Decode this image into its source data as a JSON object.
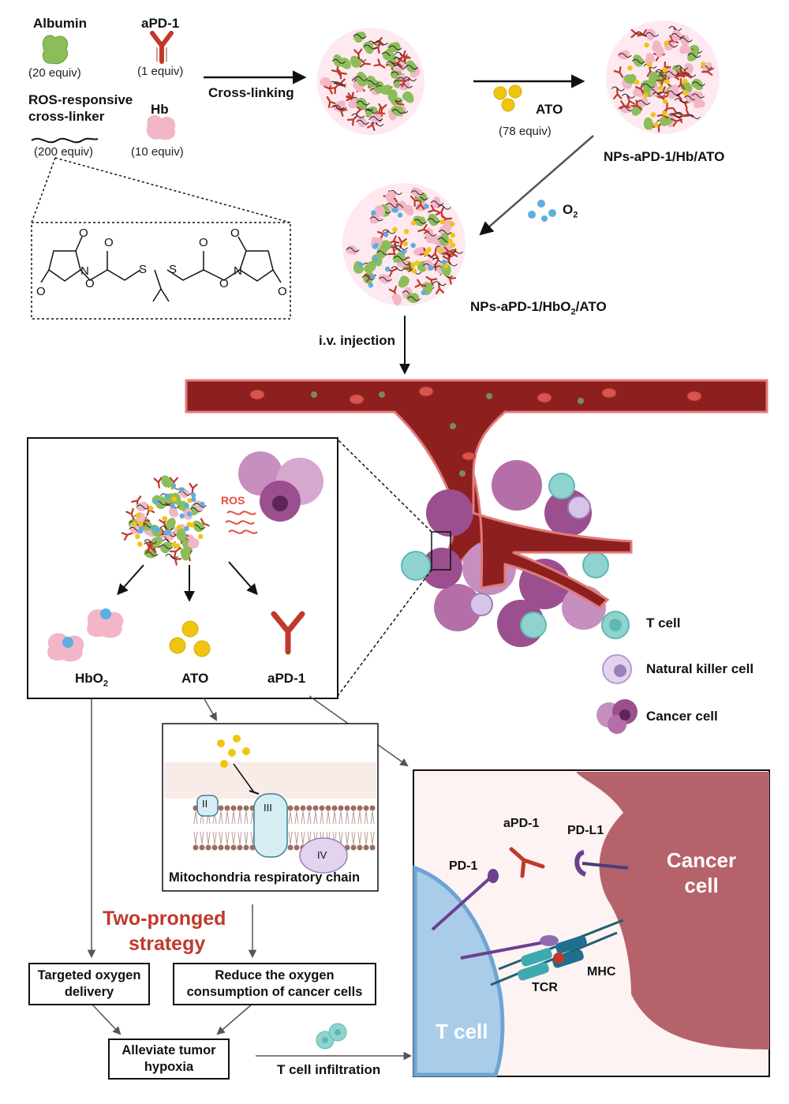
{
  "reagents": {
    "albumin": {
      "name": "Albumin",
      "equiv": "(20 equiv)"
    },
    "apd1": {
      "name": "aPD-1",
      "equiv": "(1 equiv)"
    },
    "crosslinker": {
      "name_line1": "ROS-responsive",
      "name_line2": "cross-linker",
      "equiv": "(200 equiv)"
    },
    "hb": {
      "name": "Hb",
      "equiv": "(10 equiv)"
    }
  },
  "steps": {
    "crosslinking": "Cross-linking",
    "ato": {
      "name": "ATO",
      "equiv": "(78 equiv)"
    },
    "np1": "NPs-aPD-1/Hb/ATO",
    "o2": {
      "base": "O",
      "sub": "2"
    },
    "np2": {
      "pre": "NPs-aPD-1/HbO",
      "sub": "2",
      "post": "/ATO"
    },
    "injection": "i.v.  injection"
  },
  "release_panel": {
    "ros": "ROS",
    "hbo2": {
      "base": "HbO",
      "sub": "2"
    },
    "ato": "ATO",
    "apd1": "aPD-1"
  },
  "legend": {
    "t_cell": "T cell",
    "nk_cell": "Natural killer cell",
    "cancer_cell": "Cancer cell"
  },
  "mito_panel": {
    "complex_2": "II",
    "complex_3": "III",
    "complex_4": "IV",
    "caption": "Mitochondria respiratory chain"
  },
  "strategy": {
    "title_line1": "Two-pronged",
    "title_line2": "strategy",
    "box_left_line1": "Targeted oxygen",
    "box_left_line2": "delivery",
    "box_right_line1": "Reduce the oxygen",
    "box_right_line2": "consumption of cancer cells",
    "box_bottom_line1": "Alleviate tumor",
    "box_bottom_line2": "hypoxia",
    "t_cell_infiltration": "T cell infiltration"
  },
  "synapse_panel": {
    "apd1": "aPD-1",
    "pdl1": "PD-L1",
    "pd1": "PD-1",
    "cancer_cell_line1": "Cancer",
    "cancer_cell_line2": "cell",
    "tcr": "TCR",
    "mhc": "MHC",
    "t_cell": "T cell"
  },
  "colors": {
    "albumin": "#8cbd5a",
    "antibody": "#c0392b",
    "hb": "#f2b6c6",
    "ato": "#f1c40f",
    "o2": "#5dade2",
    "vessel": "#8e1f1f",
    "cancer": "#9b4f8f",
    "t_cell": "#8fd3cf",
    "strategy_title": "#c0392b"
  }
}
